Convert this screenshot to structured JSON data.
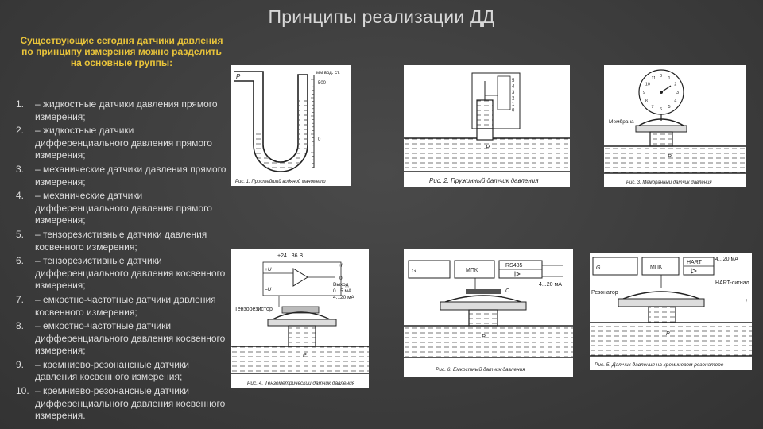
{
  "slide": {
    "title": "Принципы реализации ДД",
    "intro": "Существующие сегодня датчики давления по принципу измерения можно разделить на основные группы:"
  },
  "groups": [
    {
      "num": "1.",
      "text": "– жидкостные датчики давления прямого измерения;"
    },
    {
      "num": "2.",
      "text": "– жидкостные датчики дифференциального давления прямого измерения;"
    },
    {
      "num": "3.",
      "text": "– механические датчики давления прямого измерения;"
    },
    {
      "num": "4.",
      "text": "– механические датчики дифференциального давления прямого измерения;"
    },
    {
      "num": "5.",
      "text": "– тензорезистивные датчики давления косвенного измерения;"
    },
    {
      "num": "6.",
      "text": "– тензорезистивные датчики дифференциального давления косвенного измерения;"
    },
    {
      "num": "7.",
      "text": "– емкостно-частотные датчики давления косвенного измерения;"
    },
    {
      "num": "8.",
      "text": "– емкостно-частотные датчики дифференциального давления косвенного измерения;"
    },
    {
      "num": "9.",
      "text": "– кремниево-резонансные датчики давления косвенного измерения;"
    },
    {
      "num": "10.",
      "text": "– кремниево-резонансные датчики дифференциального давления косвенного измерения."
    }
  ],
  "figures": {
    "fig1": {
      "caption": "Рис. 1. Простейший водяной манометр",
      "p": "P",
      "unit": "мм вод. ст.",
      "scale_top": "500",
      "scale_zero": "0"
    },
    "fig2": {
      "caption": "Рис. 2. Пружинный датчик давления",
      "p": "P",
      "marks": [
        "5",
        "4",
        "3",
        "2",
        "1",
        "0"
      ]
    },
    "fig3": {
      "caption": "Рис. 3. Мембранный датчик давления",
      "p": "P",
      "membrane": "Мембрана",
      "dial": [
        "0",
        "1",
        "2",
        "3",
        "4",
        "5",
        "6",
        "7",
        "8",
        "9",
        "10",
        "11"
      ]
    },
    "fig4": {
      "caption": "Рис. 4. Тензометрический датчик давления",
      "p": "P",
      "supply": "+24...36 В",
      "plus_u": "+U",
      "minus_u": "–U",
      "plus_i": "+I",
      "zero": "0",
      "out1": "Выход",
      "out2": "0...5 мА",
      "out3": "4...20 мА",
      "tenso": "Тензорезистор"
    },
    "fig5": {
      "caption": "Рис. 6. Емкостный датчик давления",
      "p": "P",
      "g": "G",
      "mpk": "МПК",
      "rs": "RS485",
      "c": "C",
      "ma": "4...20 мА"
    },
    "fig6": {
      "caption": "Рис. 5. Датчик давления на кремниевом резонаторе",
      "p": "P",
      "g": "G",
      "mpk": "МПК",
      "hart": "HART",
      "ma": "4...20 мА",
      "resonator": "Резонатор",
      "hart_signal": "HART-сигнал",
      "i": "i"
    }
  }
}
